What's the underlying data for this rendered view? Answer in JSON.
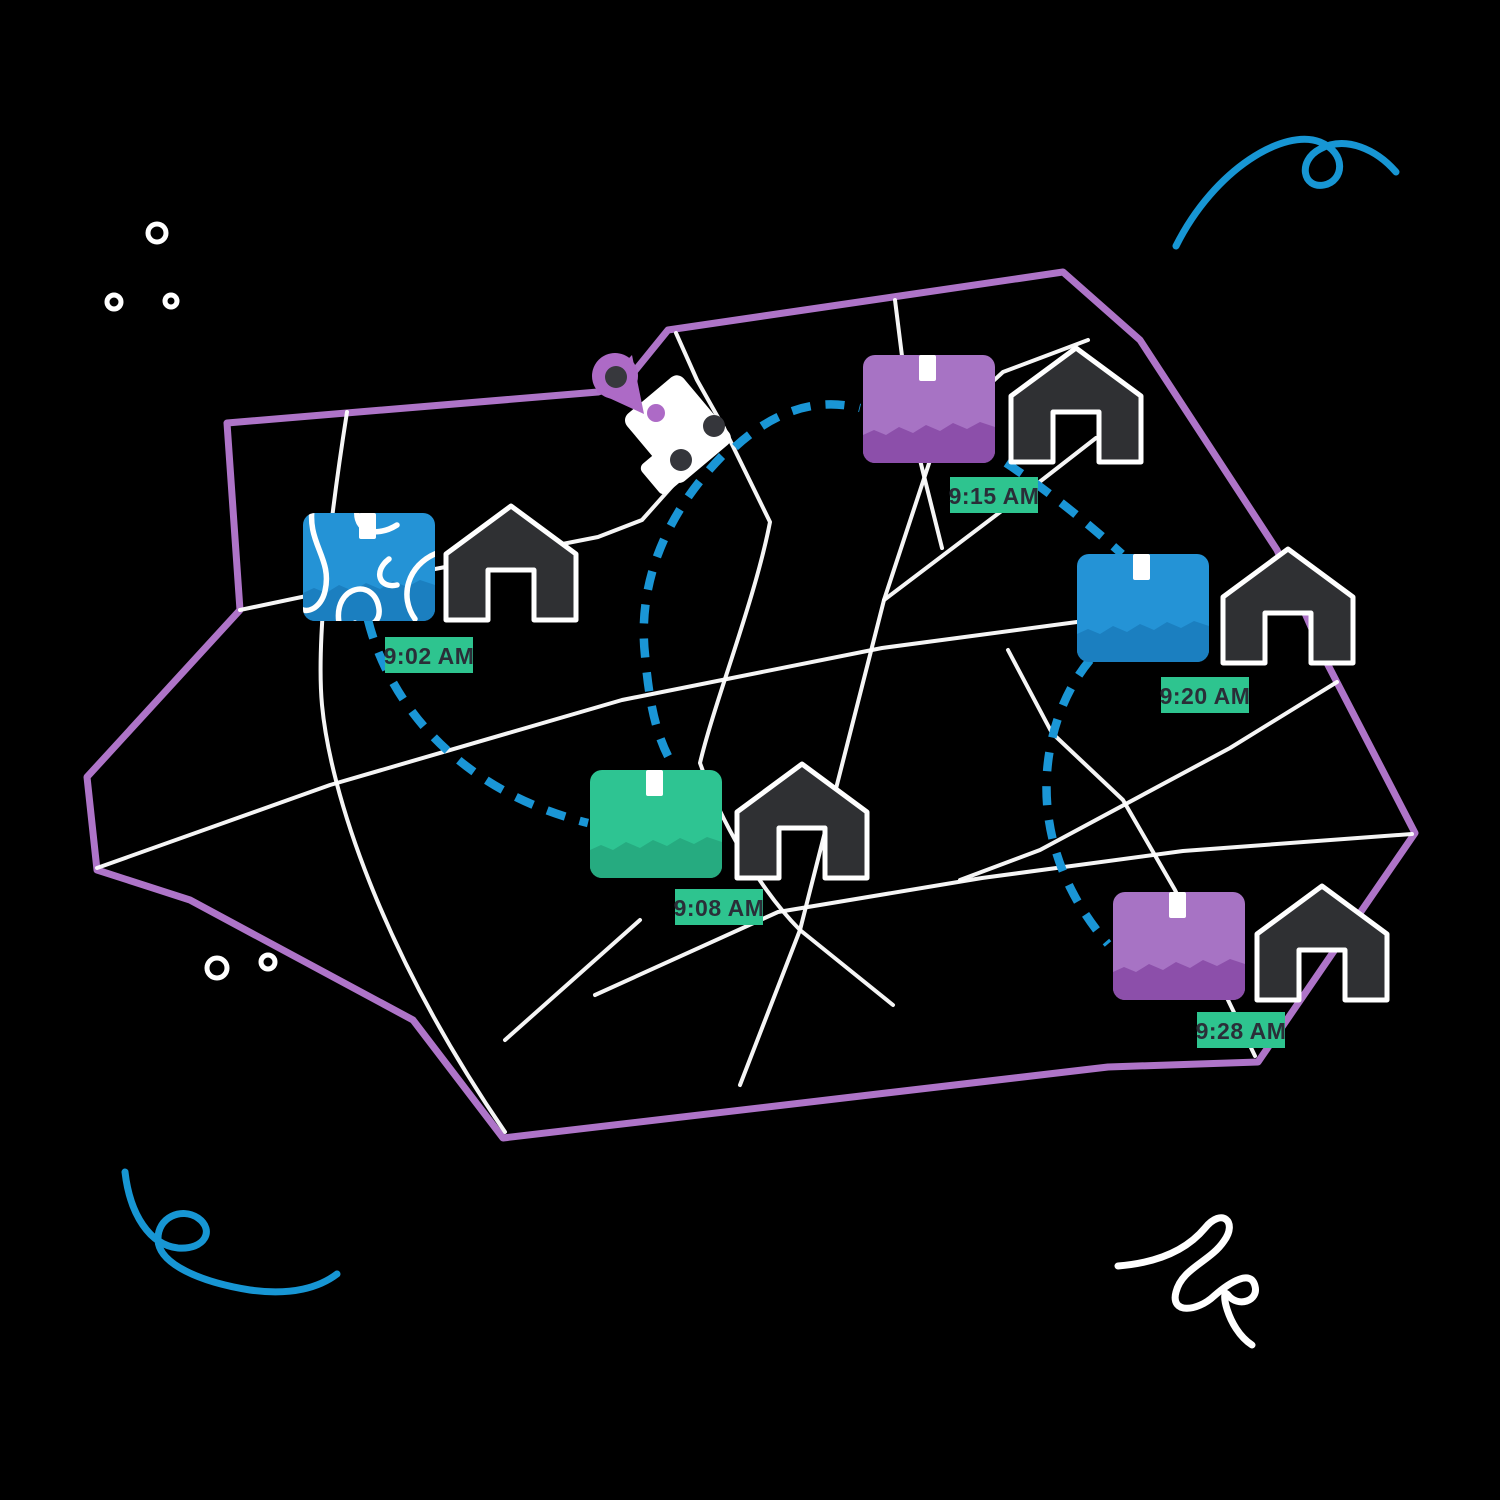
{
  "route": {
    "stops": [
      {
        "id": "stop-1",
        "time": "9:02 AM",
        "package_color": "#2493d6",
        "package_shade": "#1b7fc0"
      },
      {
        "id": "stop-2",
        "time": "9:08 AM",
        "package_color": "#2ec492",
        "package_shade": "#26ab80"
      },
      {
        "id": "stop-3",
        "time": "9:15 AM",
        "package_color": "#a773c4",
        "package_shade": "#8c4faa"
      },
      {
        "id": "stop-4",
        "time": "9:20 AM",
        "package_color": "#2493d6",
        "package_shade": "#1b7fc0"
      },
      {
        "id": "stop-5",
        "time": "9:28 AM",
        "package_color": "#a773c4",
        "package_shade": "#8c4faa"
      }
    ]
  },
  "icons": {
    "start_marker": "location-pin",
    "vehicle": "delivery-truck",
    "destination": "house",
    "delivery": "package"
  },
  "colors": {
    "background": "#000000",
    "map_border": "#ae74c8",
    "street": "#ffffff",
    "route_dash": "#1a96d6",
    "badge": "#2ec48f",
    "badge_text": "#2a2e38",
    "house": "#2f3033",
    "house_outline": "#ffffff",
    "pin": "#ad6ac6",
    "pin_center": "#37383d",
    "truck": "#ffffff",
    "wheel": "#35363b",
    "squiggle_blue": "#1796d4",
    "squiggle_white": "#ffffff"
  }
}
